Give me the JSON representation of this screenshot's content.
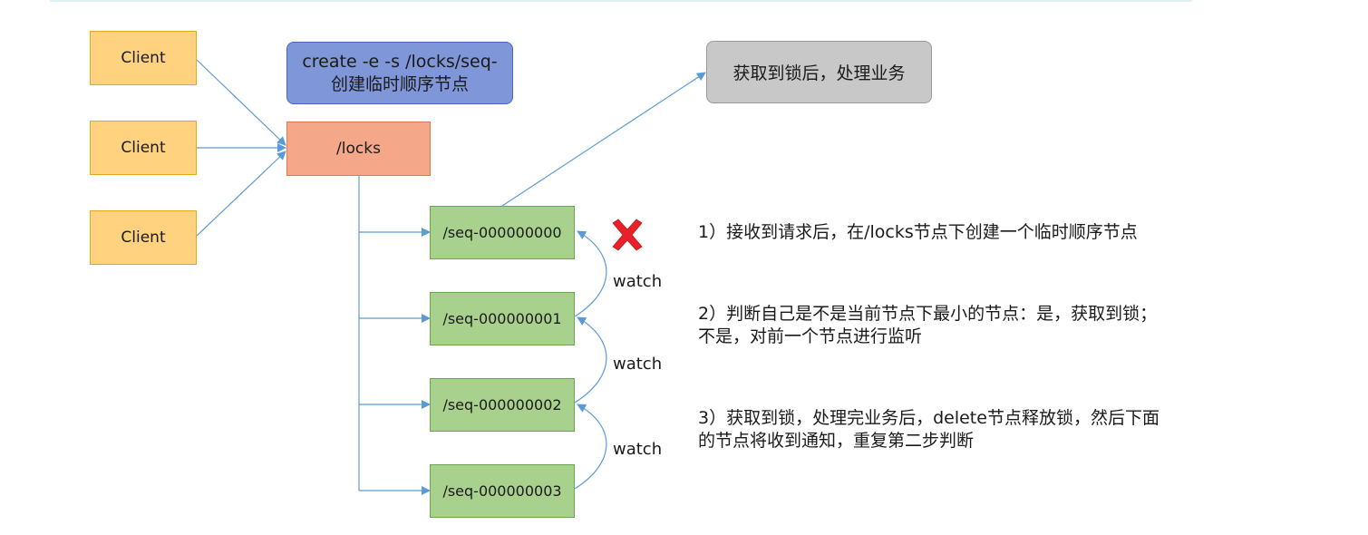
{
  "clients": [
    "Client",
    "Client",
    "Client"
  ],
  "command": {
    "line1": "create -e -s /locks/seq-",
    "line2": "创建临时顺序节点"
  },
  "root_node": "/locks",
  "acquired_box": "获取到锁后，处理业务",
  "seq_nodes": [
    "/seq-000000000",
    "/seq-000000001",
    "/seq-000000002",
    "/seq-000000003"
  ],
  "watch_labels": [
    "watch",
    "watch",
    "watch"
  ],
  "notes": [
    "1）接收到请求后，在/locks节点下创建一个临时顺序节点",
    "2）判断自己是不是当前节点下最小的节点：是，获取到锁；不是，对前一个节点进行监听",
    "3）获取到锁，处理完业务后，delete节点释放锁，然后下面的节点将收到通知，重复第二步判断"
  ],
  "colors": {
    "client": "#ffd27f",
    "locks": "#f4a889",
    "seq": "#a9d18e",
    "command": "#7f96d8",
    "acquired": "#c8c8c8",
    "arrow": "#5b9bd5",
    "removed_mark": "#e8202a"
  },
  "icons": {
    "removed_mark": "x-mark-icon"
  }
}
